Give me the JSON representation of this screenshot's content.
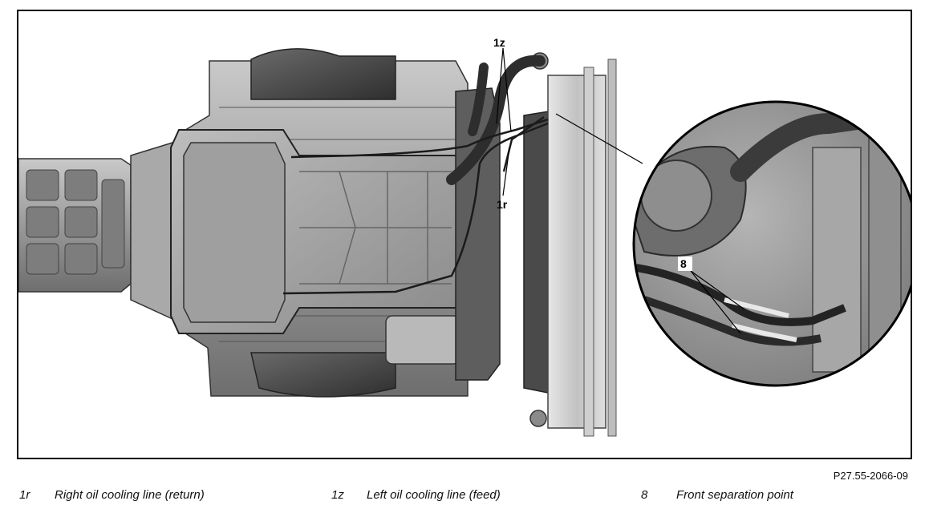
{
  "figure": {
    "callouts": [
      "1z",
      "1r",
      "8"
    ],
    "code": "P27.55-2066-09"
  },
  "legend": [
    {
      "code": "1r",
      "text": "Right oil cooling line (return)"
    },
    {
      "code": "1z",
      "text": "Left oil cooling line (feed)"
    },
    {
      "code": "8",
      "text": "Front separation point"
    }
  ]
}
